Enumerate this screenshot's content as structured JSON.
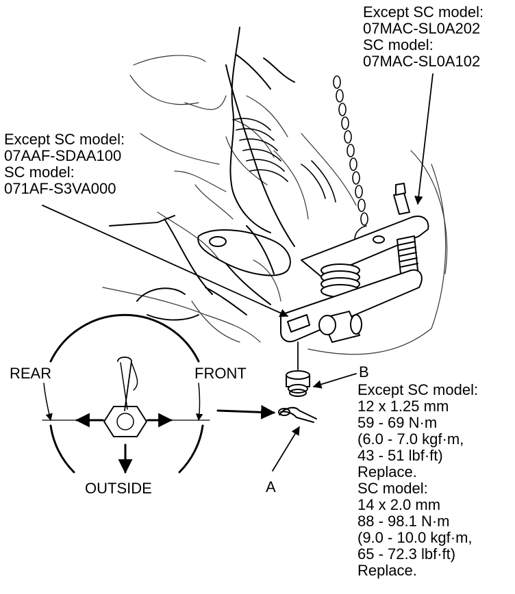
{
  "tool_top": {
    "line1": "Except SC model:",
    "line2": "07MAC-SL0A202",
    "line3": "SC model:",
    "line4": "07MAC-SL0A102"
  },
  "tool_left": {
    "line1": "Except SC model:",
    "line2": "07AAF-SDAA100",
    "line3": "SC model:",
    "line4": "071AF-S3VA000"
  },
  "callout_b": "B",
  "spec_b": [
    "Except SC model:",
    "12 x 1.25 mm",
    "59 - 69 N·m",
    "(6.0 - 7.0 kgf·m,",
    "43 - 51 lbf·ft)",
    "Replace.",
    "SC model:",
    "14 x 2.0 mm",
    "88 - 98.1 N·m",
    "(9.0 - 10.0 kgf·m,",
    "65 - 72.3 lbf·ft)",
    "Replace."
  ],
  "callout_a": "A",
  "inset": {
    "rear": "REAR",
    "front": "FRONT",
    "outside": "OUTSIDE"
  }
}
